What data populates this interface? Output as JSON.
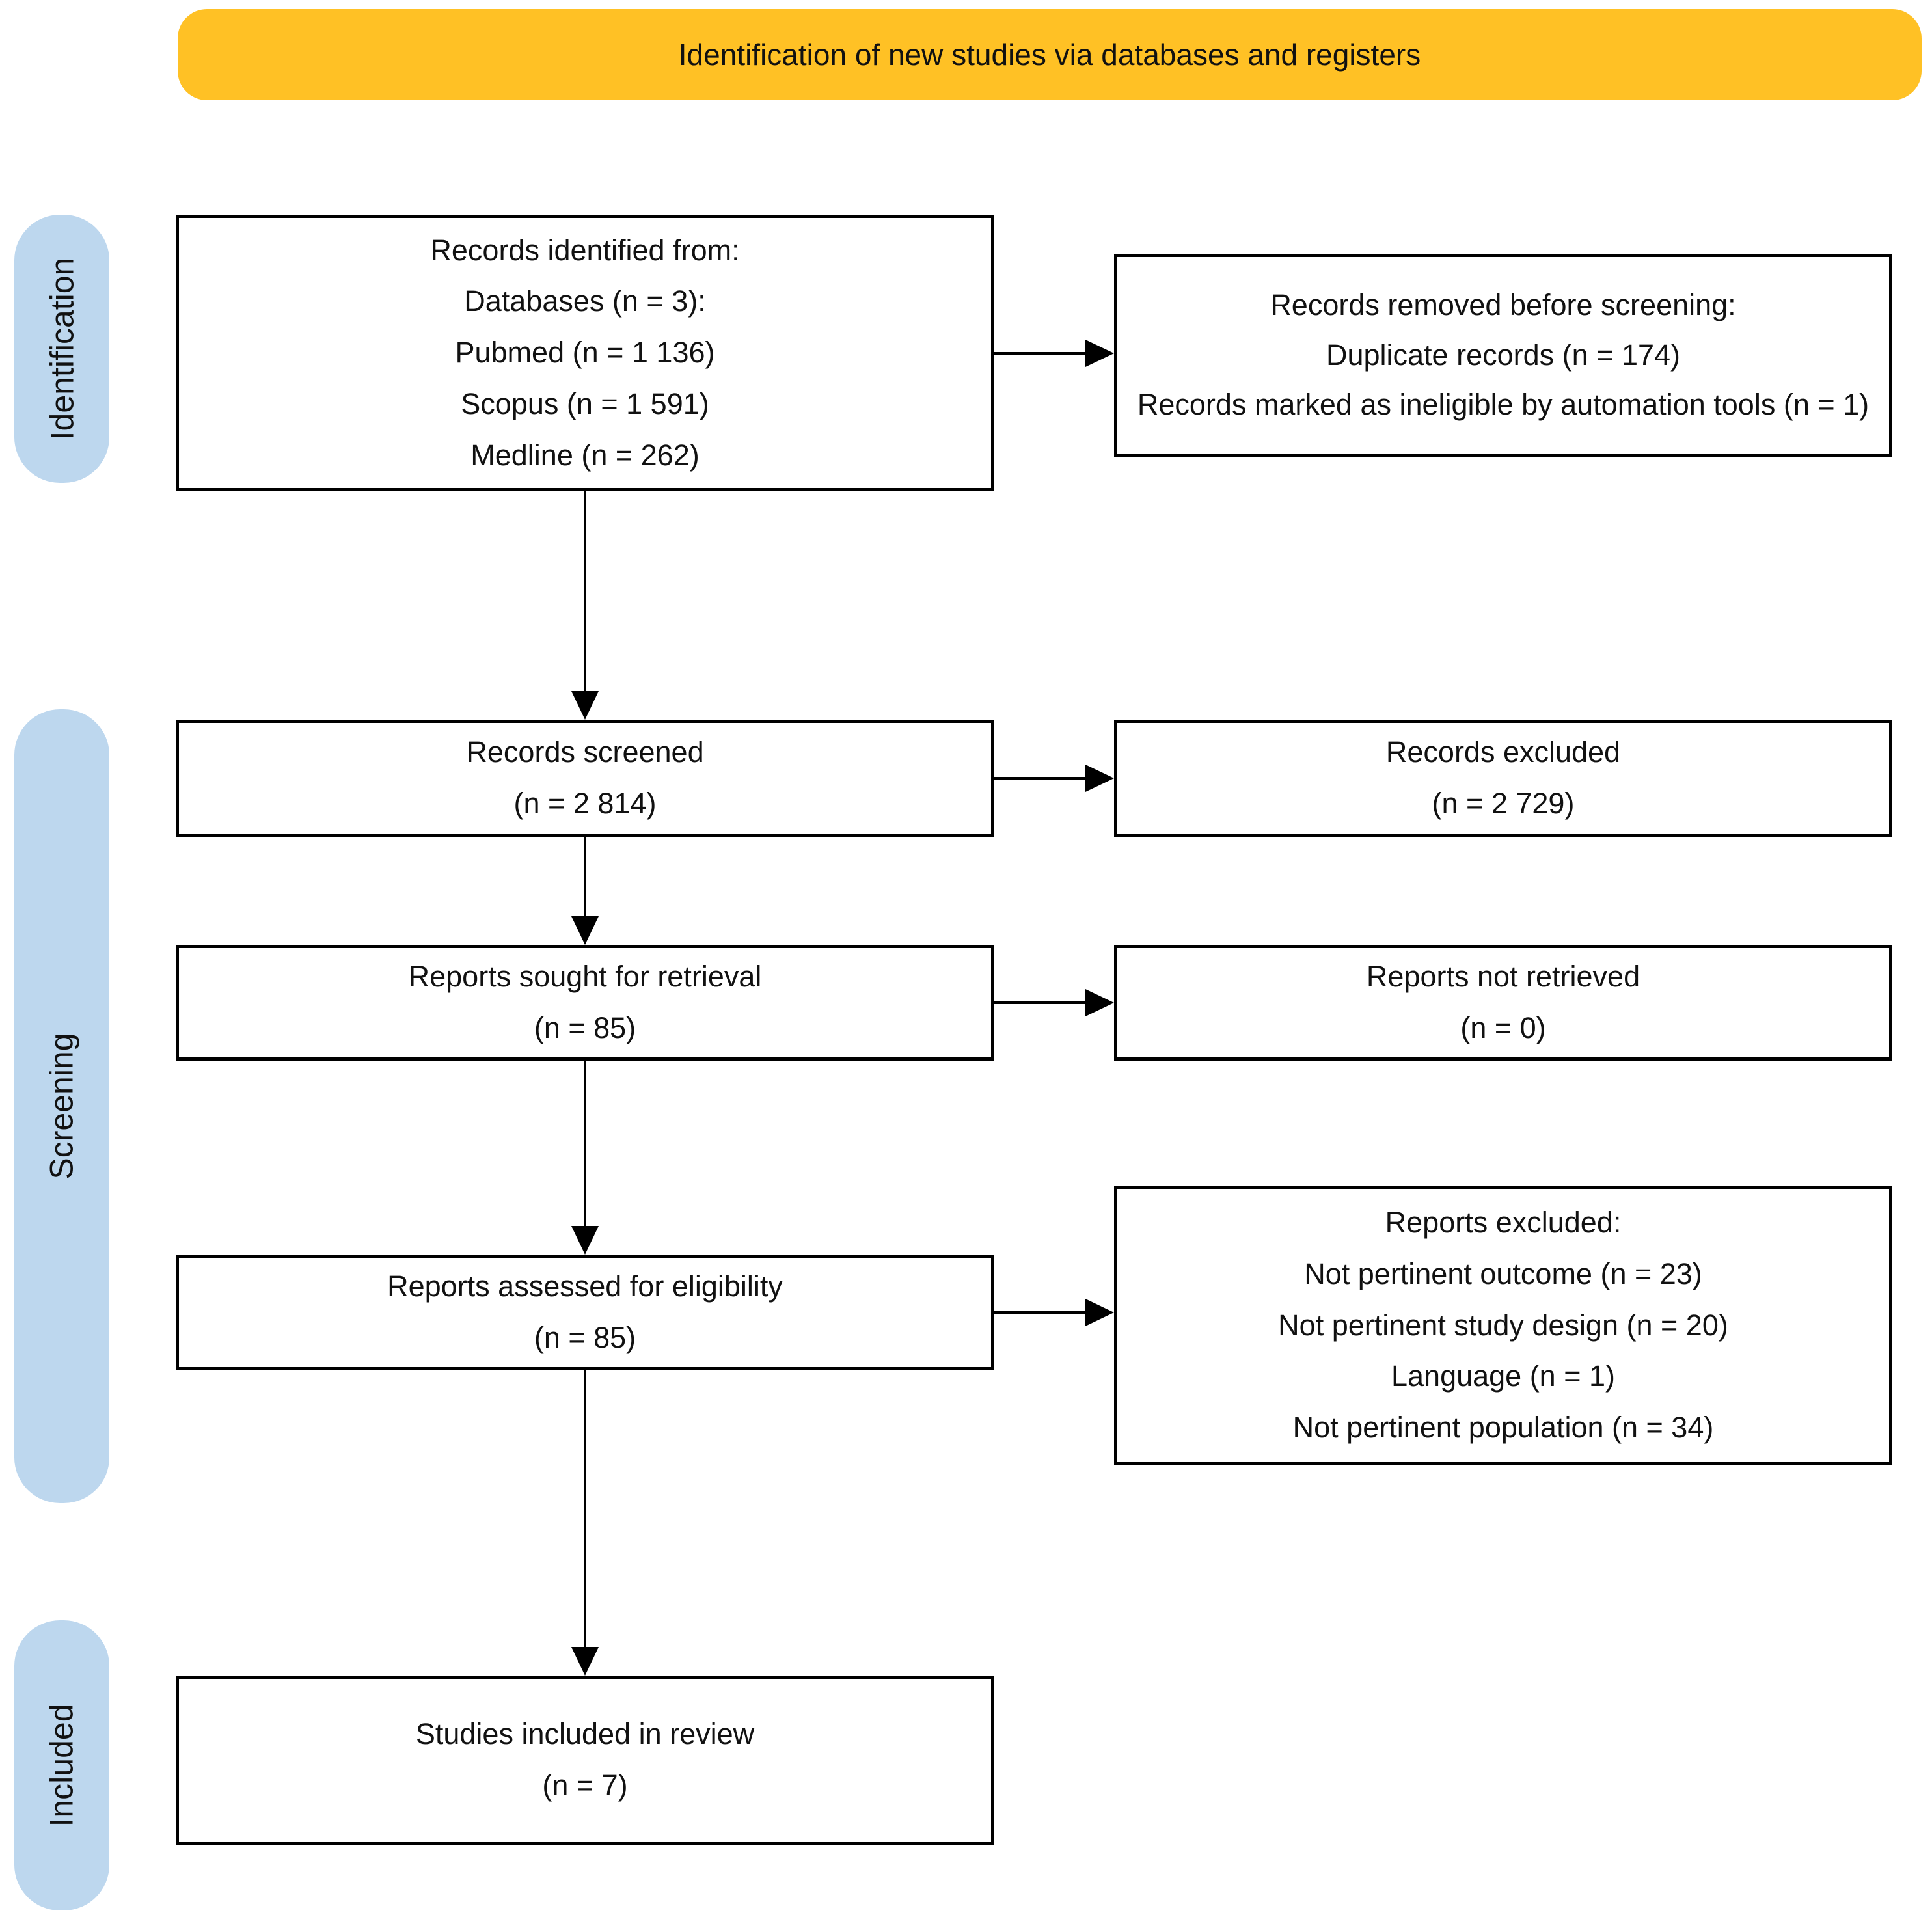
{
  "banner": {
    "title": "Identification of new studies via databases and registers",
    "bg_color": "#FFC125"
  },
  "sidebar": {
    "bg_color": "#BDD7EE",
    "stages": [
      {
        "label": "Identification"
      },
      {
        "label": "Screening"
      },
      {
        "label": "Included"
      }
    ]
  },
  "flow": {
    "main": [
      {
        "id": "records-identified",
        "lines": [
          "Records identified from:",
          "Databases (n = 3):",
          "Pubmed (n = 1 136)",
          "Scopus (n = 1 591)",
          "Medline (n = 262)"
        ]
      },
      {
        "id": "records-screened",
        "lines": [
          "Records screened",
          "(n = 2 814)"
        ]
      },
      {
        "id": "reports-sought-for-retrieval",
        "lines": [
          "Reports sought for retrieval",
          "(n = 85)"
        ]
      },
      {
        "id": "reports-assessed-for-eligibility",
        "lines": [
          "Reports assessed for eligibility",
          "(n = 85)"
        ]
      },
      {
        "id": "studies-included-in-review",
        "lines": [
          "Studies included in review",
          "(n = 7)"
        ]
      }
    ],
    "side": [
      {
        "id": "records-removed-before-screening",
        "lines": [
          "Records removed before screening:",
          "Duplicate records (n = 174)",
          "Records marked as ineligible by automation tools (n = 1)"
        ]
      },
      {
        "id": "records-excluded",
        "lines": [
          "Records excluded",
          "(n = 2 729)"
        ]
      },
      {
        "id": "reports-not-retrieved",
        "lines": [
          "Reports not retrieved",
          "(n = 0)"
        ]
      },
      {
        "id": "reports-excluded",
        "lines": [
          "Reports excluded:",
          "Not pertinent outcome (n = 23)",
          "Not pertinent study design (n = 20)",
          "Language (n = 1)",
          "Not pertinent population (n = 34)"
        ]
      }
    ]
  }
}
